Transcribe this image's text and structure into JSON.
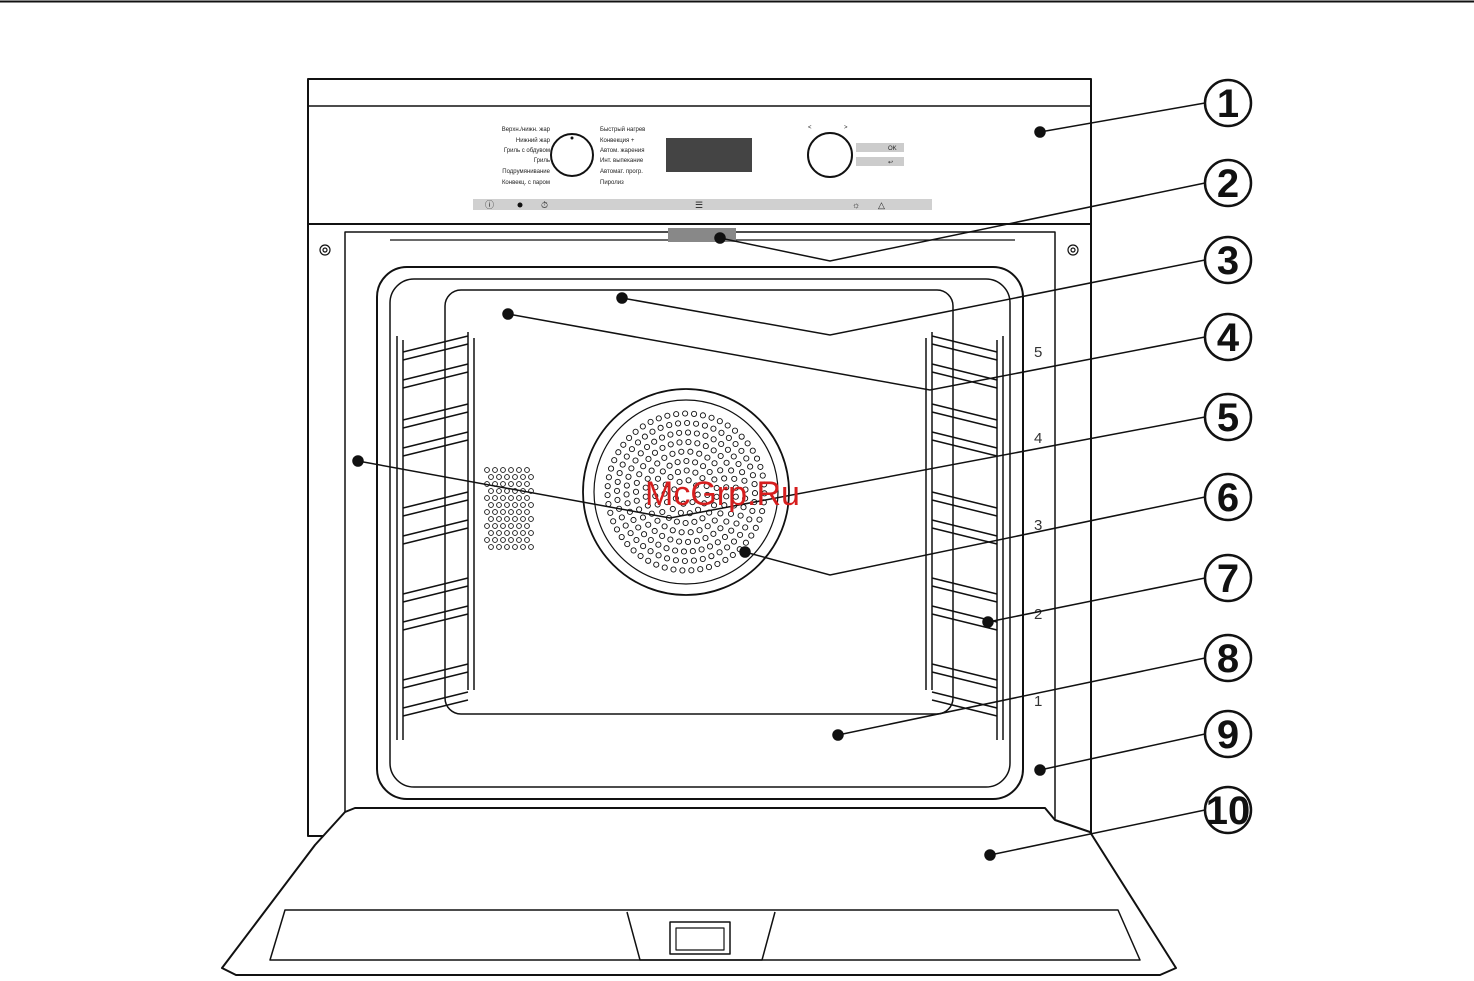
{
  "control_panel": {
    "left_labels": [
      "Верхн./нижн. жар",
      "Нижний жар",
      "Гриль с обдувом",
      "Гриль",
      "Подрумянивание",
      "Конвекц. с паром"
    ],
    "right_labels": [
      "Быстрый нагрев",
      "Конвекция +",
      "Автом. жарения",
      "Инт. выпекание",
      "Автомат. прогр.",
      "Пиролиз"
    ],
    "button_ok": "OK",
    "nav_left": "<",
    "nav_right": ">"
  },
  "shelf_levels": [
    "5",
    "4",
    "3",
    "2",
    "1"
  ],
  "callouts": [
    "1",
    "2",
    "3",
    "4",
    "5",
    "6",
    "7",
    "8",
    "9",
    "10"
  ],
  "watermark": "McGrp.Ru"
}
